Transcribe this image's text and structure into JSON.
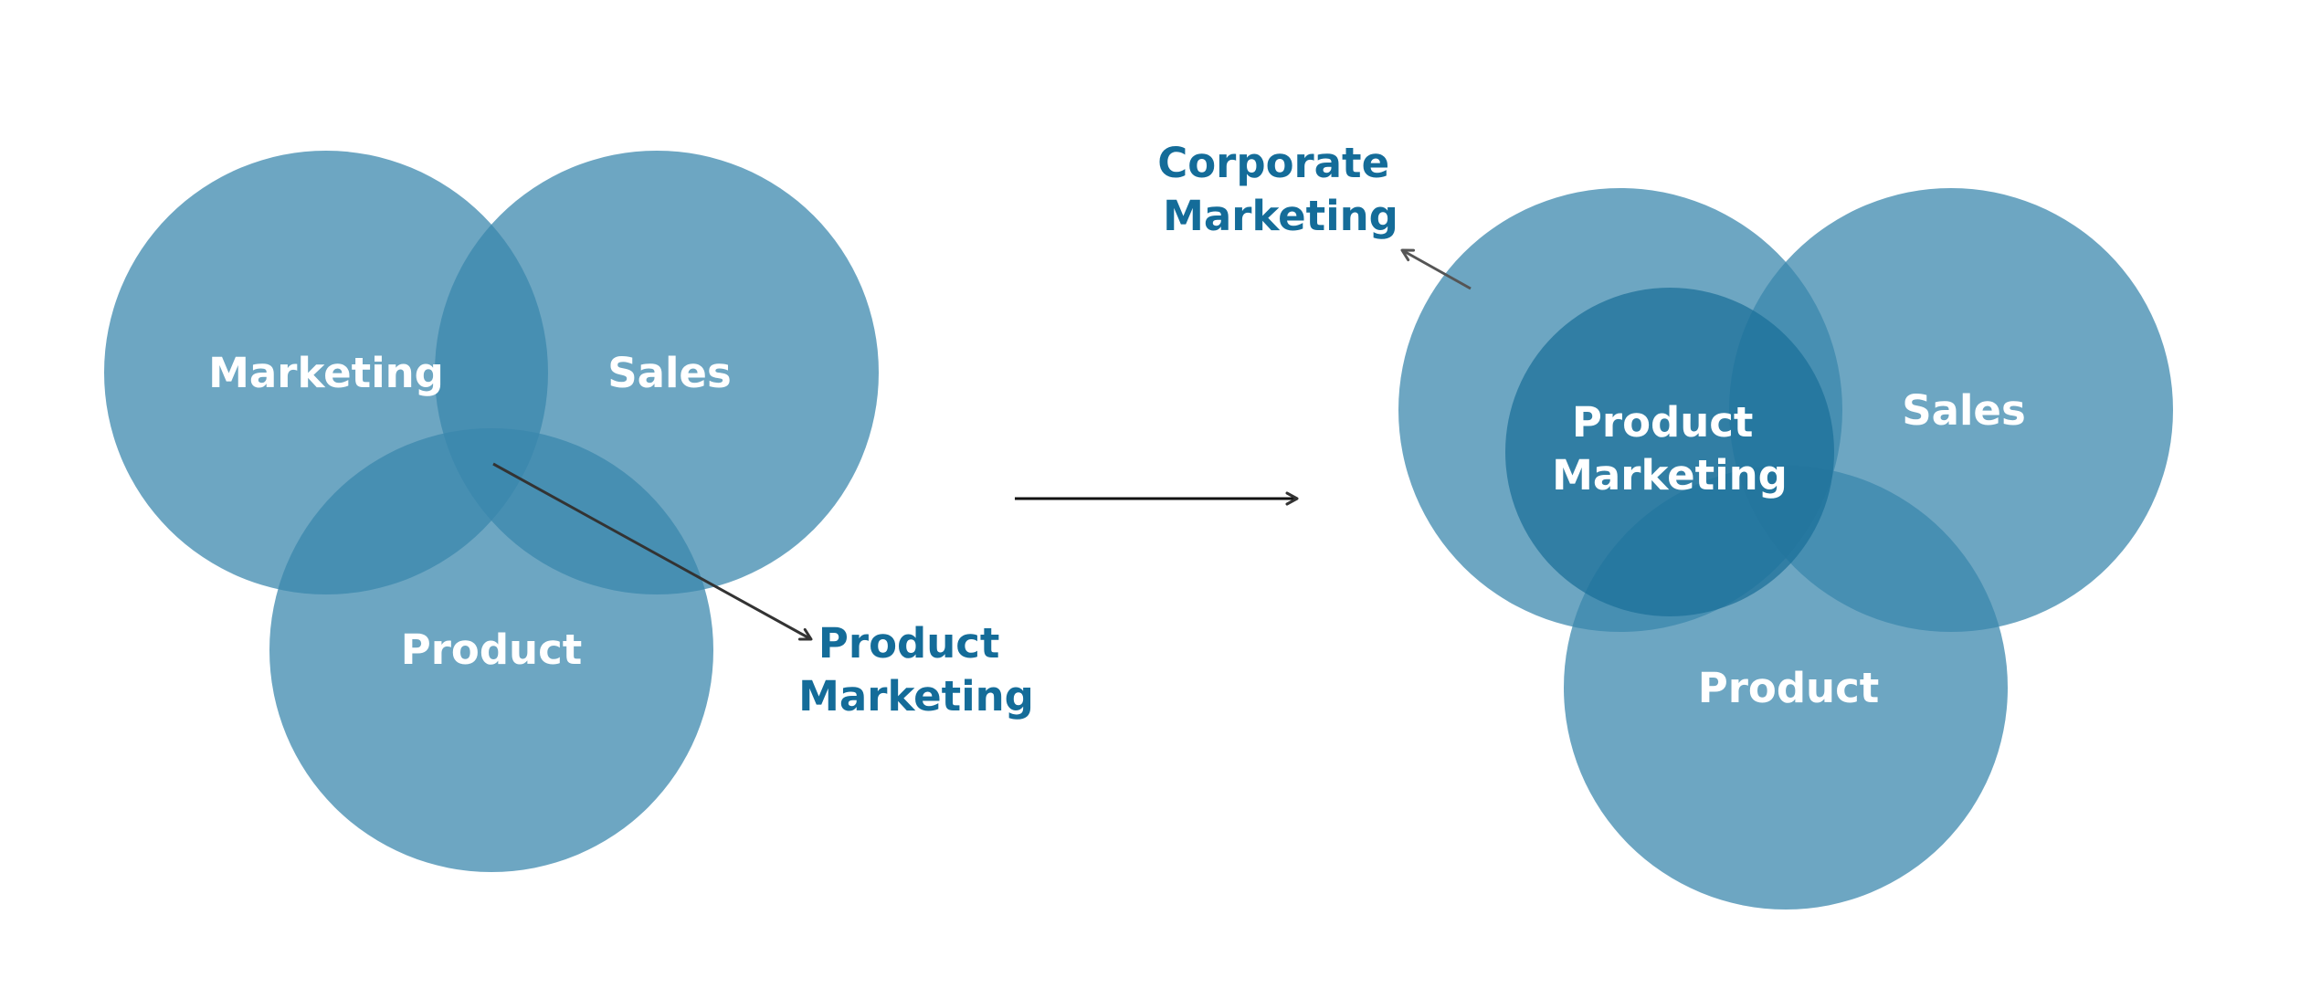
{
  "colors": {
    "circle_fill": "#3a87ad",
    "inner_circle_fill": "#1a6f98",
    "callout_text": "#146c99",
    "circle_text": "#ffffff",
    "arrow_line": "#333333",
    "background": "#ffffff"
  },
  "left_diagram": {
    "marketing": "Marketing",
    "sales": "Sales",
    "product": "Product",
    "callout_line1": "Product",
    "callout_line2": "Marketing"
  },
  "transition_arrow": "right-arrow",
  "right_diagram": {
    "product_marketing_line1": "Product",
    "product_marketing_line2": "Marketing",
    "sales": "Sales",
    "product": "Product",
    "callout_line1": "Corporate",
    "callout_line2": "Marketing"
  }
}
